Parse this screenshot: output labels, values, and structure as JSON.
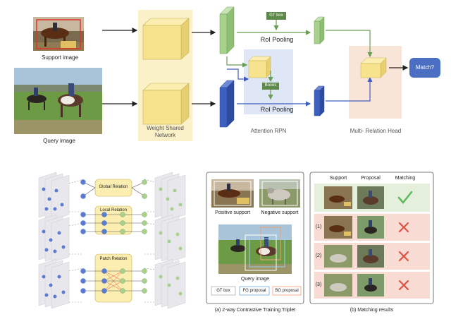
{
  "top": {
    "support_label": "Support image",
    "query_label": "Query image",
    "weight_shared_label_1": "Weight Shared",
    "weight_shared_label_2": "Network",
    "gt_box_tag": "GT box",
    "boxes_tag": "Boxes",
    "roi_pooling_top": "RoI Pooling",
    "roi_pooling_bottom": "RoI Pooling",
    "attention_rpn_label": "Attention RPN",
    "multi_relation_label": "Multi- Relation Head",
    "match_label": "Match?"
  },
  "relations": {
    "global": "Global Relation",
    "local": "Local Relation",
    "patch": "Patch Relation"
  },
  "triplet": {
    "positive_support": "Positive support",
    "negative_support": "Negative support",
    "query_image": "Query image",
    "legend_gt": "GT box",
    "legend_fg": "FG proposal",
    "legend_bg": "BG proposal",
    "caption": "(a) 2-way Contrastive Training Triplet"
  },
  "matching": {
    "col_support": "Support",
    "col_proposal": "Proposal",
    "col_matching": "Matching",
    "rows": [
      {
        "index": "",
        "result": "check"
      },
      {
        "index": "(1)",
        "result": "cross"
      },
      {
        "index": "(2)",
        "result": "cross"
      },
      {
        "index": "(3)",
        "result": "cross"
      }
    ],
    "caption": "(b) Matching results"
  },
  "colors": {
    "weight_shared_bg": "#fbf1c9",
    "attention_bg": "#dfe6f6",
    "multi_head_bg": "#f9e4d8",
    "cube_face": "#f7e38e",
    "green_feature": "#a9d18e",
    "blue_feature": "#3d5fbe",
    "match_button": "#4a6fc3",
    "check": "#5cb85c",
    "cross": "#e05040"
  }
}
